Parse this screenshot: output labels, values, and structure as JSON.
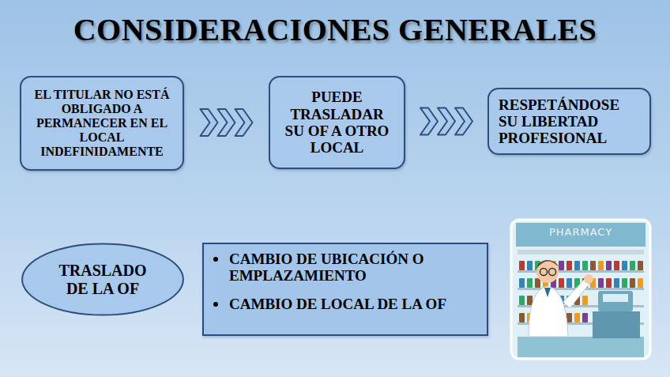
{
  "diagram": {
    "title": "CONSIDERACIONES GENERALES",
    "nodes": [
      {
        "text": [
          "EL TITULAR NO ESTÁ OBLIGADO A PERMANECER EN EL LOCAL INDEFINIDAMENTE"
        ]
      },
      {
        "text": [
          "PUEDE TRASLADAR SU OF A OTRO LOCAL"
        ]
      },
      {
        "text": [
          "RESPETÁNDOSE SU LIBERTAD PROFESIONAL"
        ]
      },
      {
        "text": [
          "TRASLADO DE LA OF"
        ]
      },
      {
        "text": [
          "CAMBIO DE UBICACIÓN O EMPLAZAMIENTO",
          "CAMBIO DE LOCAL DE LA OF"
        ]
      }
    ],
    "edges": [
      {
        "from": 0,
        "to": 1,
        "arrow": "to"
      },
      {
        "from": 1,
        "to": 2,
        "arrow": "to"
      }
    ],
    "labels": [
      "PHARMACY"
    ]
  }
}
